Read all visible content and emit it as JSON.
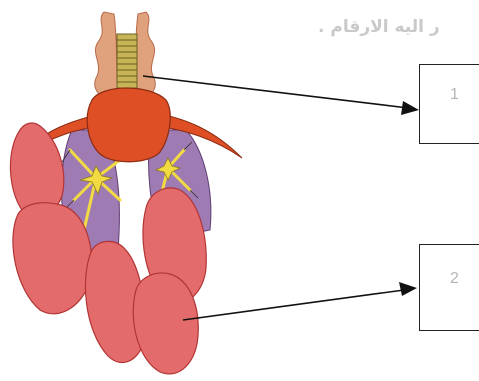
{
  "header": {
    "text": "ر اليه الارقام ."
  },
  "labels": [
    {
      "number": "1"
    },
    {
      "number": "2"
    }
  ],
  "colors": {
    "lobe": "#e46b6b",
    "lobe_outline": "#b23434",
    "neck_tissue": "#e0a27c",
    "gland": "#de4f26",
    "lung_area": "#9f7bb3",
    "nerves": "#f2db42",
    "trachea": "#c6b456",
    "arrow": "#111111",
    "box_border": "#222222"
  }
}
